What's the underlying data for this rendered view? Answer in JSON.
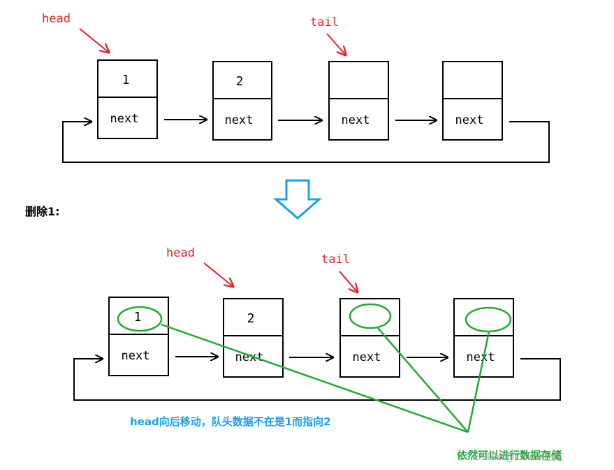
{
  "colors": {
    "black": "#000000",
    "red": "#e0202a",
    "green": "#22a838",
    "blue": "#1aa0e8",
    "white": "#ffffff"
  },
  "top": {
    "head_label": "head",
    "tail_label": "tail",
    "nodes": [
      {
        "value": "1",
        "next": "next"
      },
      {
        "value": "2",
        "next": "next"
      },
      {
        "value": "",
        "next": "next"
      },
      {
        "value": "",
        "next": "next"
      }
    ]
  },
  "caption_delete": "删除1:",
  "bottom": {
    "head_label": "head",
    "tail_label": "tail",
    "nodes": [
      {
        "value": "1",
        "next": "next"
      },
      {
        "value": "2",
        "next": "next"
      },
      {
        "value": "",
        "next": "next"
      },
      {
        "value": "",
        "next": "next"
      }
    ],
    "note_blue": "head向后移动，队头数据不在是1而指向2",
    "note_green": "依然可以进行数据存储",
    "watermark": "CSDN @Cukor丘克"
  }
}
